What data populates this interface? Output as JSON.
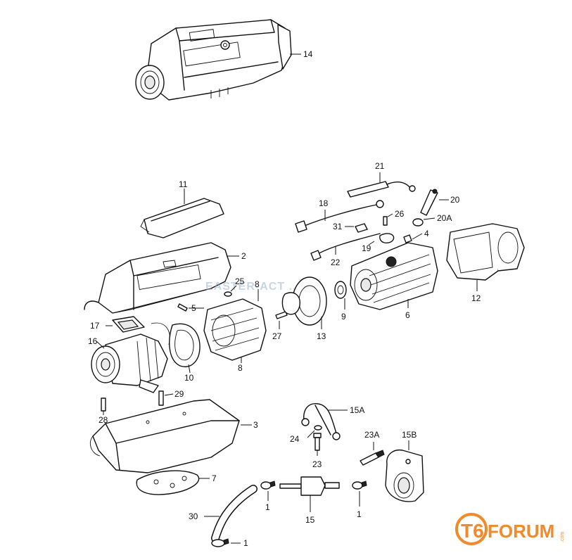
{
  "diagram": {
    "watermark": "EASTER-ACT ...",
    "logo": {
      "prefix": "T6",
      "text": "FORUM",
      "suffix": ".com",
      "color": "#f08a2a"
    },
    "labels": {
      "p14": "14",
      "p21": "21",
      "p11": "11",
      "p20": "20",
      "p18": "18",
      "p26": "26",
      "p20A": "20A",
      "p31": "31",
      "p4": "4",
      "p19": "19",
      "p22": "22",
      "p2": "2",
      "p25": "25",
      "p8a": "8",
      "p5": "5",
      "p9": "9",
      "p6": "6",
      "p12": "12",
      "p17": "17",
      "p16": "16",
      "p27": "27",
      "p13": "13",
      "p10": "10",
      "p8b": "8",
      "p29": "29",
      "p28": "28",
      "p15A": "15A",
      "p3": "3",
      "p24": "24",
      "p23A": "23A",
      "p15B": "15B",
      "p23": "23",
      "p7": "7",
      "p1a": "1",
      "p15": "15",
      "p1b": "1",
      "p30": "30",
      "p1c": "1"
    }
  }
}
